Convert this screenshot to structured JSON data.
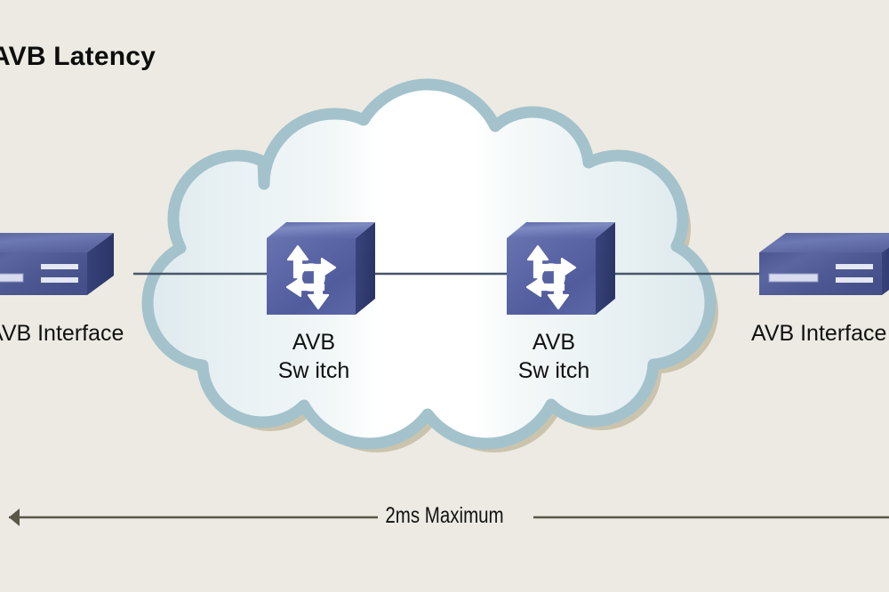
{
  "title": "AVB Latency",
  "background_color": "#eceae2",
  "colors": {
    "background": "#eceae2",
    "cloud_border": "#9fbfc9",
    "cloud_fill": "#e4eef1",
    "cloud_highlight": "#ffffff",
    "cloud_shadow": "#c6bda3",
    "device_top": "#6a76ad",
    "device_front": "#515c97",
    "device_side": "#2f3a6d",
    "switch_top": "#7b89c0",
    "switch_front": "#5560a4",
    "switch_side": "#2e3a6e",
    "link_line": "#46566b",
    "text": "#111111",
    "arrow_line": "#5a5648"
  },
  "nodes": [
    {
      "id": "iface-left",
      "type": "avb-interface-device",
      "label": "AVB Interface",
      "position": "left-edge",
      "clipped": true
    },
    {
      "id": "switch-left",
      "type": "avb-switch",
      "label_line1": "AVB",
      "label_line2": "Sw itch",
      "icon": "switch-multidirectional-arrows-icon"
    },
    {
      "id": "switch-right",
      "type": "avb-switch",
      "label_line1": "AVB",
      "label_line2": "Sw itch",
      "icon": "switch-multidirectional-arrows-icon"
    },
    {
      "id": "iface-right",
      "type": "avb-interface-device",
      "label": "AVB Interface",
      "position": "right-edge",
      "clipped": true
    }
  ],
  "cloud": {
    "label": "",
    "name": "avb-network-cloud"
  },
  "links": [
    {
      "from": "iface-left",
      "to": "switch-left"
    },
    {
      "from": "switch-left",
      "to": "switch-right"
    },
    {
      "from": "switch-right",
      "to": "iface-right"
    }
  ],
  "latency_annotation": {
    "label": "2ms Maximum",
    "arrow": "double-headed-horizontal",
    "spans": "end-to-end"
  }
}
